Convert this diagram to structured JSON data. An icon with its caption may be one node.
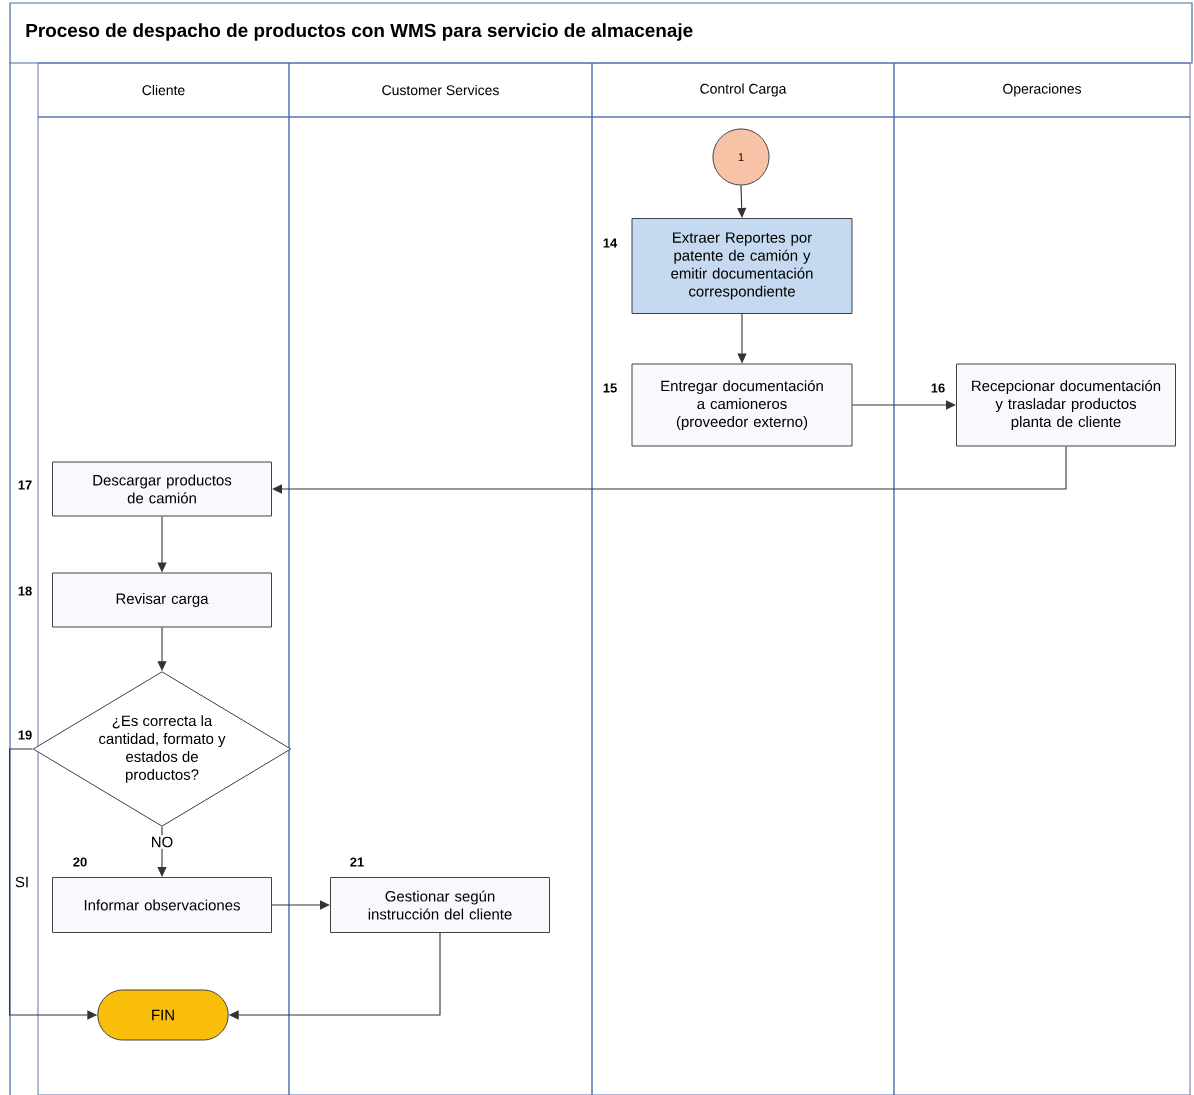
{
  "diagram": {
    "title": "Proceso de despacho de productos con WMS para servicio de almacenaje",
    "nodes": [
      {
        "text": [
          "Cliente"
        ]
      },
      {
        "text": [
          "Customer Services"
        ]
      },
      {
        "text": [
          "Control Carga"
        ]
      },
      {
        "text": [
          "Operaciones"
        ]
      },
      {
        "text": [
          "1"
        ],
        "in": 2
      },
      {
        "text": [
          "Extraer Reportes por patente de camión y emitir documentación correspondiente"
        ],
        "beside": [
          "14"
        ],
        "in": 2
      },
      {
        "text": [
          "Entregar documentación a camioneros (proveedor externo)"
        ],
        "beside": [
          "15"
        ],
        "in": 2
      },
      {
        "text": [
          "Recepcionar documentación y trasladar productos planta de cliente"
        ],
        "beside": [
          "16"
        ],
        "in": 3
      },
      {
        "text": [
          "Descargar productos de camión"
        ],
        "beside": [
          "17"
        ],
        "in": 0
      },
      {
        "text": [
          "Revisar carga"
        ],
        "beside": [
          "18"
        ],
        "in": 0
      },
      {
        "text": [
          "¿Es correcta la cantidad, formato y estados de productos?"
        ],
        "beside": [
          "19"
        ],
        "in": 0
      },
      {
        "text": [
          "Informar observaciones"
        ],
        "beside": [
          "20"
        ],
        "in": 0
      },
      {
        "text": [
          "Gestionar según instrucción del cliente"
        ],
        "beside": [
          "21"
        ],
        "in": 1
      },
      {
        "text": [
          "FIN"
        ],
        "in": 0
      }
    ],
    "edges": [
      {
        "from": 4,
        "to": 5,
        "arrow": "to"
      },
      {
        "from": 5,
        "to": 6,
        "arrow": "to"
      },
      {
        "from": 6,
        "to": 7,
        "arrow": "to"
      },
      {
        "from": 7,
        "to": 8,
        "arrow": "to"
      },
      {
        "from": 8,
        "to": 9,
        "arrow": "to"
      },
      {
        "from": 9,
        "to": 10,
        "arrow": "to"
      },
      {
        "from": 10,
        "to": 11,
        "arrow": "to",
        "label": "NO"
      },
      {
        "from": 11,
        "to": 12,
        "arrow": "to"
      },
      {
        "from": 10,
        "to": 13,
        "arrow": "to",
        "label": "SI"
      },
      {
        "from": 12,
        "to": 13,
        "arrow": "to"
      }
    ]
  }
}
